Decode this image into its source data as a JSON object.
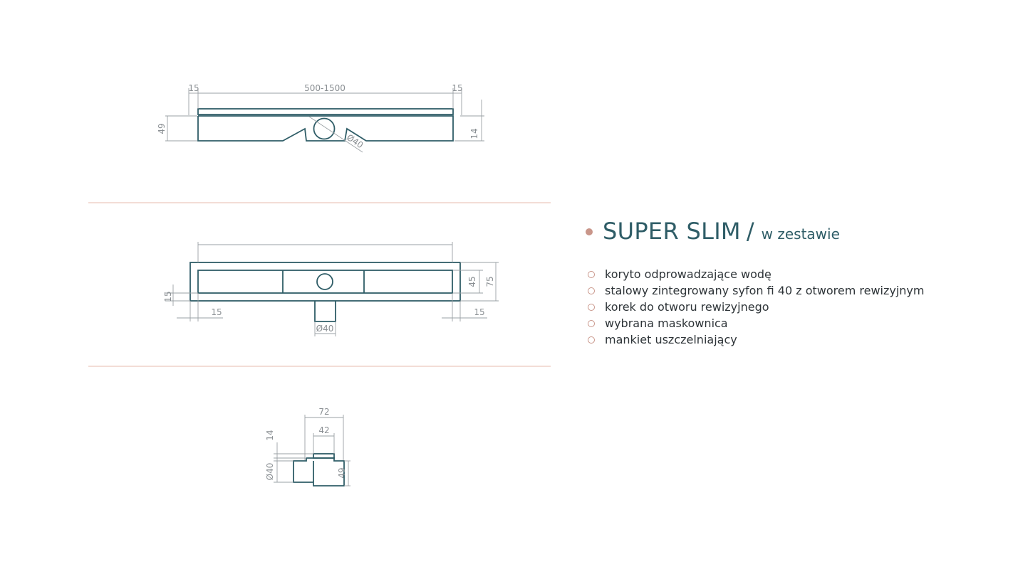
{
  "title": {
    "main": "SUPER SLIM",
    "separator": "/",
    "sub": "w zestawie"
  },
  "items": [
    "koryto odprowadzające wodę",
    "stalowy zintegrowany syfon fi 40 z otworem rewizyjnym",
    "korek do otworu rewizyjnego",
    "wybrana maskownica",
    "mankiet uszczelniający"
  ],
  "dimensions": {
    "side": {
      "width": "500-1500",
      "left": "15",
      "right": "15",
      "height": "49",
      "cover": "14",
      "outlet": "Ø40"
    },
    "top": {
      "left": "15",
      "right": "15",
      "bottom": "15",
      "inner": "45",
      "outer": "75",
      "outlet": "Ø40"
    },
    "section": {
      "width": "72",
      "inner": "42",
      "cover": "14",
      "outlet": "Ø40",
      "height": "49"
    }
  },
  "colors": {
    "outline": "#2f5d67",
    "dimension": "#9aa0a4",
    "divider": "#f3ddd6",
    "accent": "#c9968a",
    "title": "#2f5d67"
  }
}
